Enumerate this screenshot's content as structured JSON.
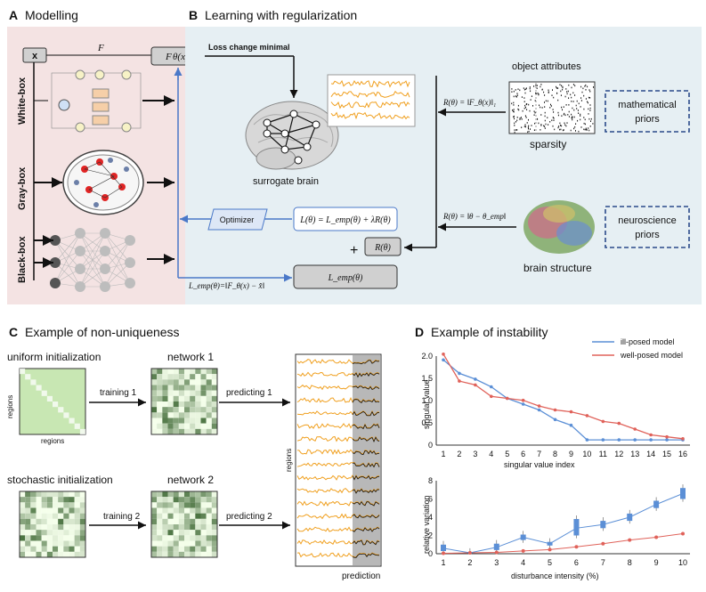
{
  "panels": {
    "A": {
      "letter": "A",
      "title": "Modelling"
    },
    "B": {
      "letter": "B",
      "title": "Learning with regularization"
    },
    "C": {
      "letter": "C",
      "title": "Example of non-uniqueness"
    },
    "D": {
      "letter": "D",
      "title": "Example of instability"
    }
  },
  "modelling": {
    "input": "x",
    "f_theta": "F",
    "f_theta_x": "F",
    "rows": [
      "White-box",
      "Gray-box",
      "Black-box"
    ]
  },
  "learning": {
    "loss_change": "Loss change minimal",
    "surrogate": "surrogate brain",
    "optimizer": "Optimizer",
    "loss_total": "L(θ) = L_emp(θ) + λR(θ)",
    "reg": "R(θ)",
    "plus": "+",
    "l_emp": "L_emp(θ)",
    "l_emp_def": "L_emp(θ)=‖F_θ(x) − x̂‖",
    "object_attributes": "object attributes",
    "r_sparse": "R(θ) = ‖F_θ(x)‖₁",
    "sparsity": "sparsity",
    "math_priors": [
      "mathematical",
      "priors"
    ],
    "r_struct": "R(θ) = ‖θ − θ_emp‖",
    "brain_structure": "brain structure",
    "neuro_priors": [
      "neuroscience",
      "priors"
    ]
  },
  "nonuniq": {
    "uniform": "uniform initialization",
    "stochastic": "stochastic initialization",
    "network1": "network 1",
    "network2": "network 2",
    "training1": "training 1",
    "training2": "training 2",
    "predicting1": "predicting 1",
    "predicting2": "predicting 2",
    "regions_x": "regions",
    "regions_y": "regions",
    "regions_y2": "regions",
    "prediction": "prediction"
  },
  "chart_data": [
    {
      "type": "line",
      "xlabel": "singular value index",
      "ylabel": "singular value",
      "x": [
        1,
        2,
        3,
        4,
        5,
        6,
        7,
        8,
        9,
        10,
        11,
        12,
        13,
        14,
        15,
        16
      ],
      "ylim": [
        0,
        2.2
      ],
      "yticks": [
        "0",
        "0.5",
        "1.0",
        "1.5",
        "2.0"
      ],
      "series": [
        {
          "name": "ill-posed model",
          "color": "#5b8fd6",
          "values": [
            2.1,
            1.75,
            1.6,
            1.4,
            1.1,
            0.95,
            0.8,
            0.55,
            0.4,
            0.02,
            0.02,
            0.02,
            0.02,
            0.02,
            0.02,
            0.02
          ]
        },
        {
          "name": "well-posed model",
          "color": "#e0625a",
          "values": [
            2.25,
            1.55,
            1.45,
            1.15,
            1.1,
            1.05,
            0.9,
            0.8,
            0.75,
            0.65,
            0.5,
            0.45,
            0.3,
            0.15,
            0.1,
            0.05
          ]
        }
      ]
    },
    {
      "type": "box",
      "xlabel": "disturbance intensity (%)",
      "ylabel": "relative variation",
      "x": [
        1,
        2,
        3,
        4,
        5,
        6,
        7,
        8,
        9,
        10
      ],
      "ylim": [
        0,
        8
      ],
      "yticks": [
        "0",
        "2",
        "4",
        "6",
        "8"
      ],
      "series": [
        {
          "name": "ill-posed model",
          "color": "#5b8fd6",
          "median": [
            0.6,
            0.1,
            0.7,
            1.8,
            1.1,
            2.8,
            3.2,
            4.0,
            5.4,
            6.6
          ],
          "q1": [
            0.3,
            0.05,
            0.4,
            1.5,
            0.9,
            2.0,
            2.8,
            3.6,
            5.0,
            6.0
          ],
          "q3": [
            1.0,
            0.2,
            1.1,
            2.1,
            1.3,
            3.8,
            3.6,
            4.4,
            5.8,
            7.2
          ]
        },
        {
          "name": "well-posed model",
          "color": "#e0625a",
          "median": [
            0.05,
            0.1,
            0.15,
            0.3,
            0.45,
            0.75,
            1.1,
            1.5,
            1.8,
            2.2
          ]
        }
      ]
    }
  ]
}
